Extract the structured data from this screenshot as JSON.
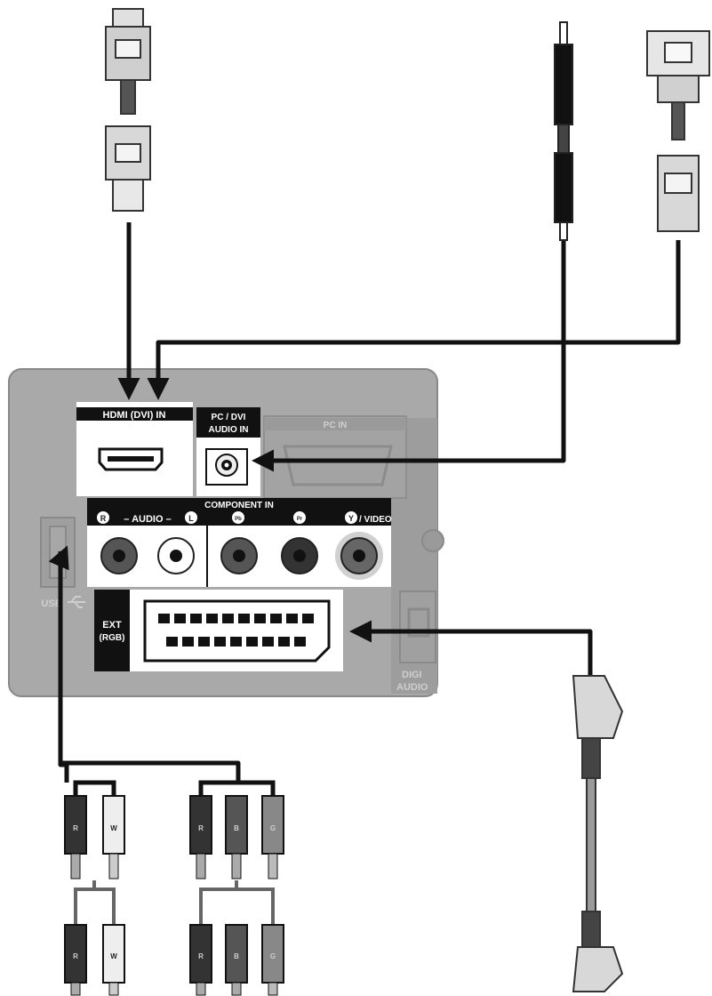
{
  "panel": {
    "hdmi_label": "HDMI (DVI) IN",
    "pc_dvi_audio_label_1": "PC / DVI",
    "pc_dvi_audio_label_2": "AUDIO IN",
    "pc_in_label": "PC IN",
    "component_in_label": "COMPONENT IN",
    "audio_r_glyph": "R",
    "audio_label": "– AUDIO –",
    "audio_l_glyph": "L",
    "pb_glyph": "Pb",
    "pr_glyph": "Pr",
    "y_glyph": "Y",
    "video_label": "/ VIDEO",
    "ext_label_1": "EXT",
    "ext_label_2": "(RGB)",
    "usb_label": "USB",
    "digital_audio_label_1": "DIGI",
    "digital_audio_label_2": "AUDIO"
  },
  "plugs": {
    "rca_top": [
      "R",
      "W",
      "R",
      "B",
      "G"
    ],
    "rca_bottom": [
      "R",
      "W",
      "R",
      "B",
      "G"
    ]
  },
  "colors": {
    "panel": "#a9a9a9",
    "port_bg": "#ffffff",
    "label_bar": "#111111",
    "cable": "#111111",
    "plug_light": "#d8d8d8",
    "plug_dark": "#333333"
  }
}
